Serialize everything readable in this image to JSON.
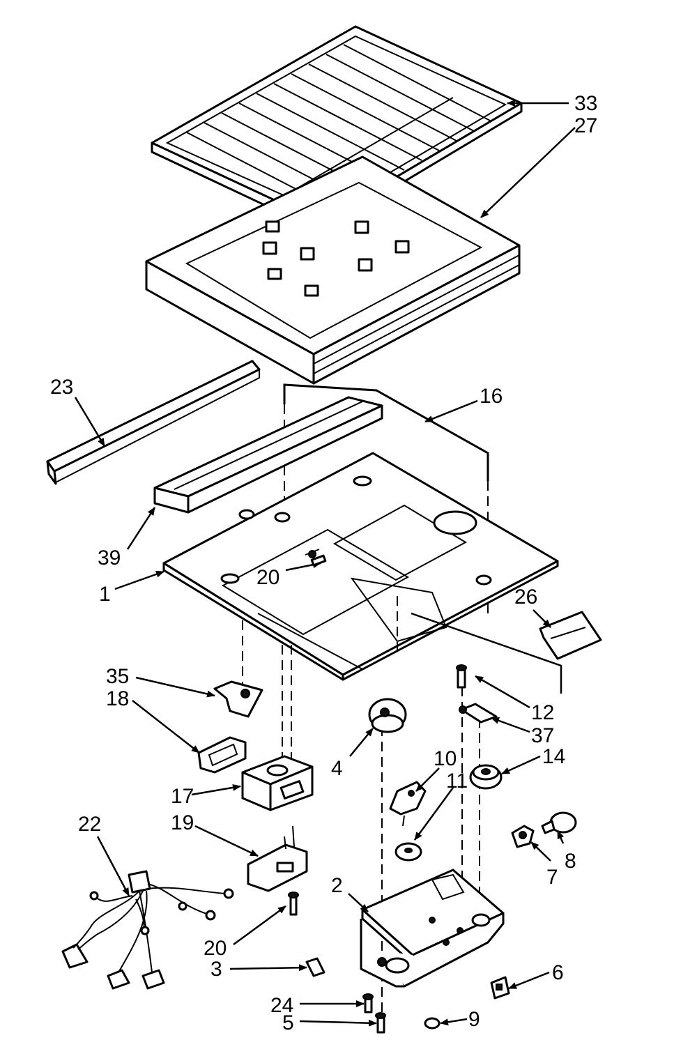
{
  "callouts": {
    "c1": "1",
    "c2": "2",
    "c3": "3",
    "c4": "4",
    "c5": "5",
    "c6": "6",
    "c7": "7",
    "c8": "8",
    "c9": "9",
    "c10": "10",
    "c11": "11",
    "c12": "12",
    "c14": "14",
    "c16": "16",
    "c17": "17",
    "c18": "18",
    "c19": "19",
    "c20a": "20",
    "c20b": "20",
    "c22": "22",
    "c23": "23",
    "c24": "24",
    "c26": "26",
    "c27": "27",
    "c33": "33",
    "c35": "35",
    "c37": "37",
    "c39": "39"
  }
}
